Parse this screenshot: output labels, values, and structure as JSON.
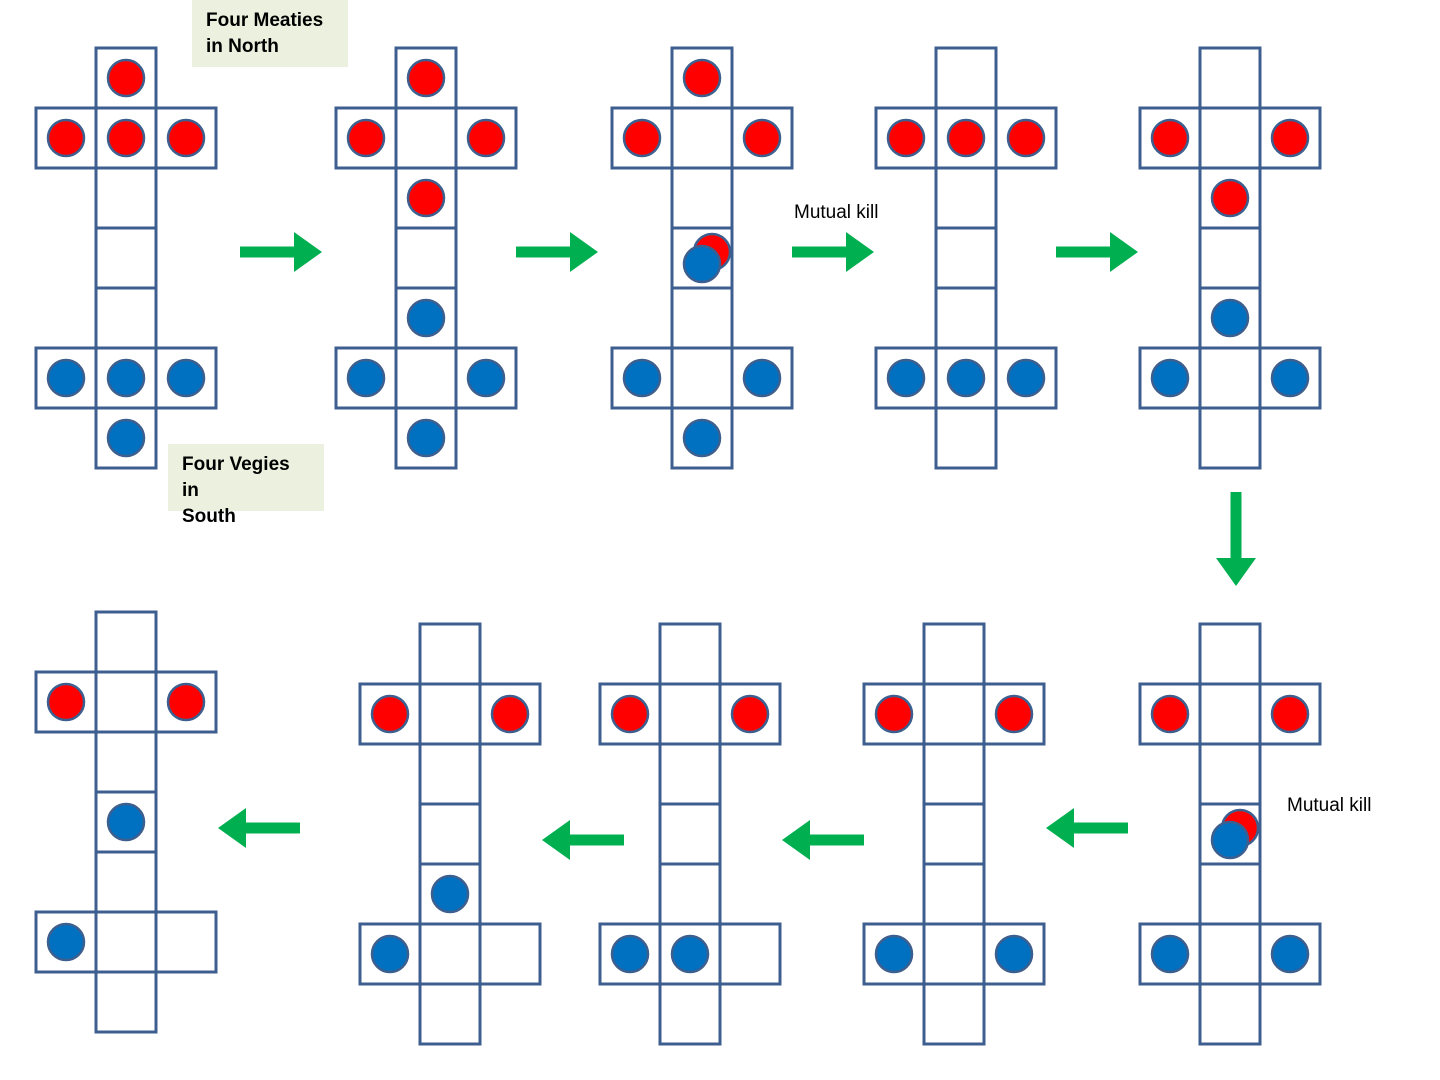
{
  "colors": {
    "grid_stroke": "#3c5f8f",
    "meaty": "#ff0000",
    "vegie": "#0070c0",
    "token_outline": "#3c5f8f",
    "arrow": "#00b050",
    "note_bg": "#ebf1de"
  },
  "notes": {
    "north": "Four Meaties\nin North",
    "south": "Four Vegies in\nSouth"
  },
  "labels": {
    "mutual_kill_1": "Mutual kill",
    "mutual_kill_2": "Mutual kill"
  },
  "board": {
    "cells": [
      "r0",
      "r1L",
      "r1C",
      "r1R",
      "r2",
      "r3",
      "r4",
      "r5L",
      "r5C",
      "r5R",
      "r6"
    ]
  },
  "states": [
    {
      "id": 1,
      "tokens": [
        [
          "r0",
          "meaty"
        ],
        [
          "r1L",
          "meaty"
        ],
        [
          "r1C",
          "meaty"
        ],
        [
          "r1R",
          "meaty"
        ],
        [
          "r5L",
          "vegie"
        ],
        [
          "r5C",
          "vegie"
        ],
        [
          "r5R",
          "vegie"
        ],
        [
          "r6",
          "vegie"
        ]
      ]
    },
    {
      "id": 2,
      "tokens": [
        [
          "r0",
          "meaty"
        ],
        [
          "r1L",
          "meaty"
        ],
        [
          "r1R",
          "meaty"
        ],
        [
          "r2",
          "meaty"
        ],
        [
          "r4",
          "vegie"
        ],
        [
          "r5L",
          "vegie"
        ],
        [
          "r5R",
          "vegie"
        ],
        [
          "r6",
          "vegie"
        ]
      ]
    },
    {
      "id": 3,
      "tokens": [
        [
          "r0",
          "meaty"
        ],
        [
          "r1L",
          "meaty"
        ],
        [
          "r1R",
          "meaty"
        ],
        [
          "r3",
          "clash"
        ],
        [
          "r5L",
          "vegie"
        ],
        [
          "r5R",
          "vegie"
        ],
        [
          "r6",
          "vegie"
        ]
      ]
    },
    {
      "id": 4,
      "tokens": [
        [
          "r1L",
          "meaty"
        ],
        [
          "r1C",
          "meaty"
        ],
        [
          "r1R",
          "meaty"
        ],
        [
          "r5L",
          "vegie"
        ],
        [
          "r5C",
          "vegie"
        ],
        [
          "r5R",
          "vegie"
        ]
      ]
    },
    {
      "id": 5,
      "tokens": [
        [
          "r1L",
          "meaty"
        ],
        [
          "r1R",
          "meaty"
        ],
        [
          "r2",
          "meaty"
        ],
        [
          "r4",
          "vegie"
        ],
        [
          "r5L",
          "vegie"
        ],
        [
          "r5R",
          "vegie"
        ]
      ]
    },
    {
      "id": 6,
      "tokens": [
        [
          "r1L",
          "meaty"
        ],
        [
          "r1R",
          "meaty"
        ],
        [
          "r3",
          "clash"
        ],
        [
          "r5L",
          "vegie"
        ],
        [
          "r5R",
          "vegie"
        ]
      ]
    },
    {
      "id": 7,
      "tokens": [
        [
          "r1L",
          "meaty"
        ],
        [
          "r1R",
          "meaty"
        ],
        [
          "r5L",
          "vegie"
        ],
        [
          "r5R",
          "vegie"
        ]
      ]
    },
    {
      "id": 8,
      "tokens": [
        [
          "r1L",
          "meaty"
        ],
        [
          "r1R",
          "meaty"
        ],
        [
          "r5L",
          "vegie"
        ],
        [
          "r5C",
          "vegie"
        ]
      ]
    },
    {
      "id": 9,
      "tokens": [
        [
          "r1L",
          "meaty"
        ],
        [
          "r1R",
          "meaty"
        ],
        [
          "r4",
          "vegie"
        ],
        [
          "r5L",
          "vegie"
        ]
      ]
    },
    {
      "id": 10,
      "tokens": [
        [
          "r1L",
          "meaty"
        ],
        [
          "r1R",
          "meaty"
        ],
        [
          "r3",
          "vegie"
        ],
        [
          "r5L",
          "vegie"
        ]
      ]
    }
  ],
  "transitions": [
    {
      "from": 1,
      "to": 2,
      "direction": "right"
    },
    {
      "from": 2,
      "to": 3,
      "direction": "right"
    },
    {
      "from": 3,
      "to": 4,
      "direction": "right"
    },
    {
      "from": 4,
      "to": 5,
      "direction": "right"
    },
    {
      "from": 5,
      "to": 6,
      "direction": "down"
    },
    {
      "from": 6,
      "to": 7,
      "direction": "left"
    },
    {
      "from": 7,
      "to": 8,
      "direction": "left"
    },
    {
      "from": 8,
      "to": 9,
      "direction": "left"
    },
    {
      "from": 9,
      "to": 10,
      "direction": "left"
    }
  ]
}
